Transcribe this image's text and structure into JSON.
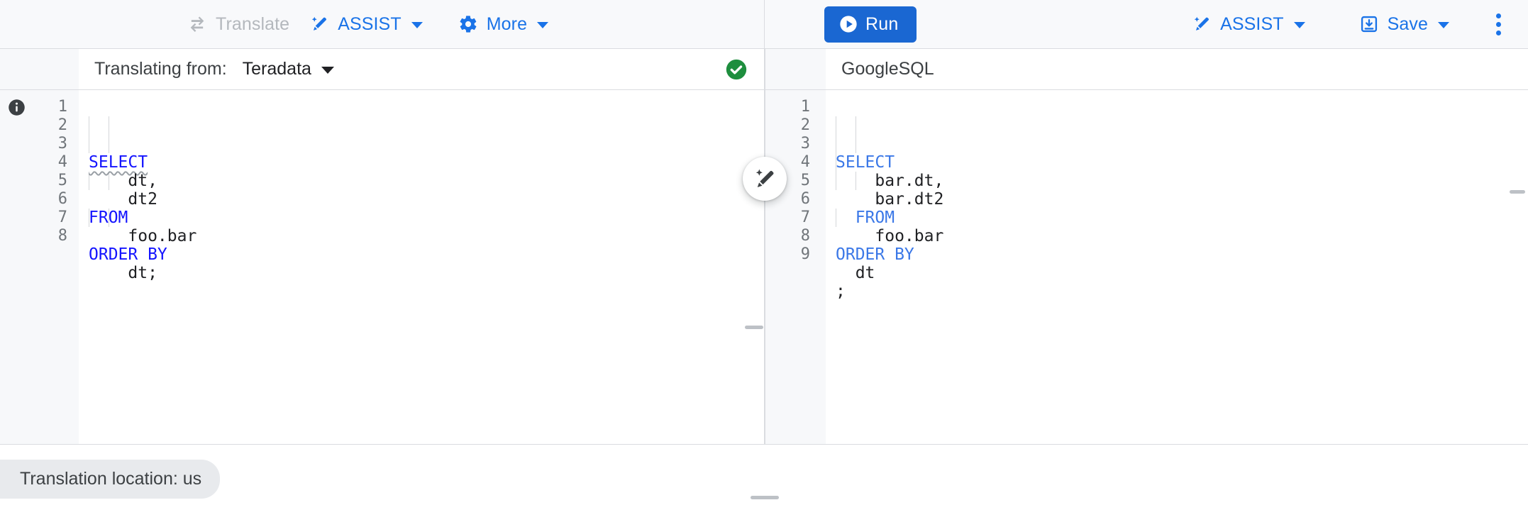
{
  "toolbar": {
    "left_buttons": [
      {
        "label": "Translate",
        "icon": "translate-swap-icon",
        "disabled": true
      },
      {
        "label": "ASSIST",
        "icon": "magic-pen-icon",
        "caret": true
      },
      {
        "label": "More",
        "icon": "gear-icon",
        "caret": true
      }
    ],
    "run_label": "Run",
    "run_icon": "play-circle-icon",
    "run_color": "#1a67d2",
    "right_buttons": [
      {
        "label": "ASSIST",
        "icon": "magic-pen-icon",
        "caret": true
      },
      {
        "label": "Save",
        "icon": "save-download-icon",
        "caret": true
      }
    ],
    "overflow_icon": "more-vert-icon",
    "accent_color": "#1a73e8",
    "disabled_color": "#b4b8bd"
  },
  "source_pane": {
    "label": "Translating from:",
    "dialect": "Teradata",
    "status_icon": "check-circle-icon",
    "status_color": "#1e8e3e",
    "info_icon": "info-icon",
    "line_numbers": [
      "1",
      "2",
      "3",
      "4",
      "5",
      "6",
      "7",
      "8"
    ],
    "lines": [
      {
        "indent": 0,
        "keyword": "SELECT",
        "rest": "",
        "squiggly": true
      },
      {
        "indent": 2,
        "keyword": "",
        "rest": "dt,"
      },
      {
        "indent": 2,
        "keyword": "",
        "rest": "dt2"
      },
      {
        "indent": 0,
        "keyword": "FROM",
        "rest": ""
      },
      {
        "indent": 2,
        "keyword": "",
        "rest": "foo.bar"
      },
      {
        "indent": 0,
        "keyword": "ORDER BY",
        "rest": ""
      },
      {
        "indent": 2,
        "keyword": "",
        "rest": "dt;"
      },
      {
        "indent": 0,
        "keyword": "",
        "rest": ""
      }
    ],
    "keyword_color": "#1414ff"
  },
  "target_pane": {
    "dialect": "GoogleSQL",
    "assist_fab_icon": "magic-pen-icon",
    "drag_handle_name": "pane-resize-handle",
    "line_numbers": [
      "1",
      "2",
      "3",
      "4",
      "5",
      "6",
      "7",
      "8",
      "9"
    ],
    "lines": [
      {
        "indent": 0,
        "keyword": "SELECT",
        "rest": ""
      },
      {
        "indent": 2,
        "keyword": "",
        "rest": "bar.dt,"
      },
      {
        "indent": 2,
        "keyword": "",
        "rest": "bar.dt2"
      },
      {
        "indent": 1,
        "keyword": "FROM",
        "rest": ""
      },
      {
        "indent": 2,
        "keyword": "",
        "rest": "foo.bar"
      },
      {
        "indent": 0,
        "keyword": "ORDER BY",
        "rest": ""
      },
      {
        "indent": 1,
        "keyword": "",
        "rest": "dt"
      },
      {
        "indent": 0,
        "keyword": "",
        "rest": ";"
      },
      {
        "indent": 0,
        "keyword": "",
        "rest": ""
      }
    ],
    "keyword_color": "#3b78e7"
  },
  "footer": {
    "location_label": "Translation location: us"
  }
}
